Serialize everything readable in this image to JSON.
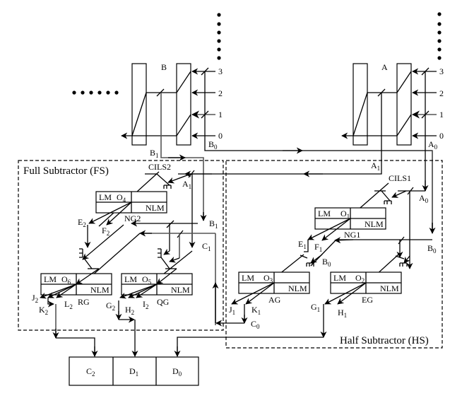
{
  "diagram": {
    "registers": {
      "B": {
        "label": "B",
        "bits": [
          "3",
          "2",
          "1",
          "0"
        ]
      },
      "A": {
        "label": "A",
        "bits": [
          "3",
          "2",
          "1",
          "0"
        ]
      }
    },
    "signals": {
      "B1_top": "B1",
      "B0_top": "B0",
      "A1_top": "A1",
      "A0_top": "A0",
      "A1_fs": "A1",
      "B1_fs": "B1",
      "C1": "C1",
      "A0_hs": "A0",
      "B0_hs": "B0",
      "B0_ag": "B0",
      "C0": "C0"
    },
    "full_subtractor": {
      "title": "Full Subtractor (FS)",
      "cils": "CILS2",
      "gates": [
        {
          "id": "NG2",
          "lm": "LM",
          "o": "O4",
          "nlm": "NLM",
          "outs": [
            "E2",
            "F2"
          ]
        },
        {
          "id": "RG",
          "lm": "LM",
          "o": "O6",
          "nlm": "NLM",
          "outs": [
            "J2",
            "K2",
            "L2"
          ]
        },
        {
          "id": "QG",
          "lm": "LM",
          "o": "O5",
          "nlm": "NLM",
          "outs": [
            "G2",
            "H2",
            "I2"
          ]
        }
      ]
    },
    "half_subtractor": {
      "title": "Half Subtractor (HS)",
      "cils": "CILS1",
      "gates": [
        {
          "id": "NG1",
          "lm": "LM",
          "o": "O1",
          "nlm": "NLM",
          "outs": [
            "E1",
            "F1"
          ]
        },
        {
          "id": "AG",
          "lm": "LM",
          "o": "O3",
          "nlm": "NLM",
          "outs": [
            "J1",
            "K1"
          ]
        },
        {
          "id": "EG",
          "lm": "LM",
          "o": "O2",
          "nlm": "NLM",
          "outs": [
            "G1",
            "H1"
          ]
        }
      ]
    },
    "output_register": [
      "C2",
      "D1",
      "D0"
    ]
  }
}
